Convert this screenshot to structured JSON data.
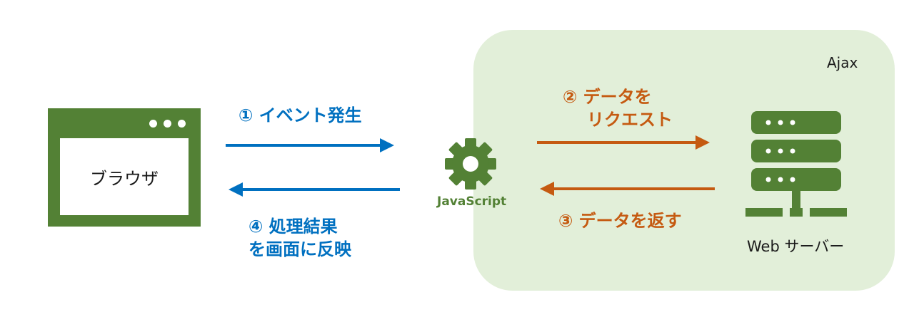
{
  "colors": {
    "ajax_bg": "#e2efd9",
    "green": "#538135",
    "blue": "#0070c0",
    "orange": "#c55a11"
  },
  "ajax": {
    "label": "Ajax"
  },
  "browser": {
    "label": "ブラウザ",
    "icon": "browser-window-icon"
  },
  "engine": {
    "label": "JavaScript",
    "icon": "gear-icon"
  },
  "server": {
    "label": "Web サーバー",
    "icon": "server-icon"
  },
  "steps": [
    {
      "lines": [
        "① イベント発生"
      ]
    },
    {
      "lines": [
        "② データを",
        "リクエスト"
      ]
    },
    {
      "lines": [
        "③ データを返す"
      ]
    },
    {
      "lines": [
        "④ 処理結果",
        "を画面に反映"
      ]
    }
  ]
}
